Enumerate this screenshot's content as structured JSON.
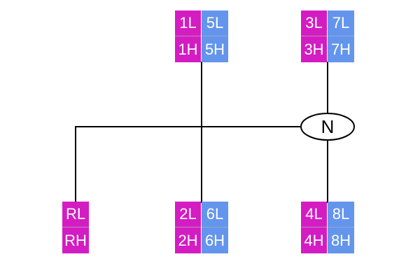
{
  "colors": {
    "low_range": "#D41CC3",
    "high_range": "#6495ED",
    "line": "#000000"
  },
  "neutral": {
    "label": "N"
  },
  "gates": {
    "top_left": {
      "low": [
        "1L",
        "1H"
      ],
      "high": [
        "5L",
        "5H"
      ]
    },
    "top_right": {
      "low": [
        "3L",
        "3H"
      ],
      "high": [
        "7L",
        "7H"
      ]
    },
    "bottom_far_left": {
      "low": [
        "RL",
        "RH"
      ]
    },
    "bottom_left": {
      "low": [
        "2L",
        "2H"
      ],
      "high": [
        "6L",
        "6H"
      ]
    },
    "bottom_right": {
      "low": [
        "4L",
        "4H"
      ],
      "high": [
        "8L",
        "8H"
      ]
    }
  }
}
